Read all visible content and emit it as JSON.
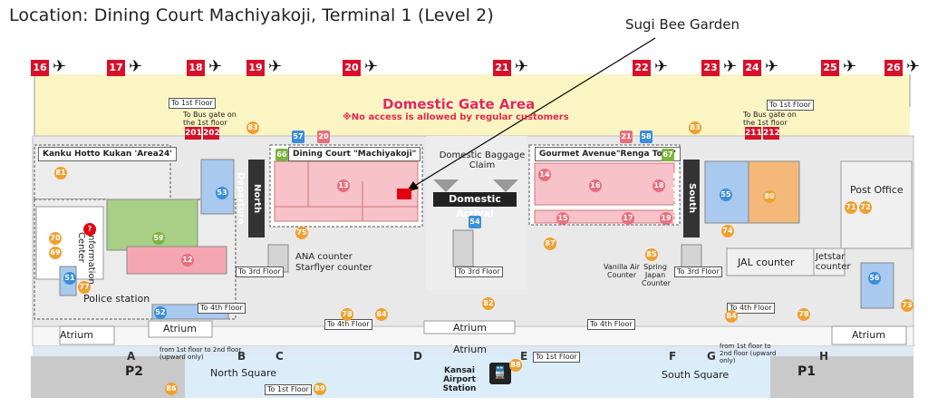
{
  "location_title": "Location: Dining Court Machiyakoji, Terminal 1 (Level 2)",
  "callout": "Sugi Bee Garden",
  "gates": [
    "16",
    "17",
    "18",
    "19",
    "20",
    "21",
    "22",
    "23",
    "24",
    "25",
    "26"
  ],
  "zones": {
    "domestic_gate_area": "Domestic Gate Area",
    "no_access": "※No access is allowed by regular customers",
    "hotto": "Kanku Hotto Kukan 'Area24'",
    "dining_court": "Dining Court \"Machiyakoji\"",
    "gourmet_avenue": "Gourmet  Avenue\"Renga Toro\"",
    "baggage_claim": "Domestic Baggage Claim",
    "domestic_arrival": "Domestic Arrival",
    "north_departure": "North Departure",
    "south_departure": "South Departure",
    "information_center": "Information Center",
    "police_station": "Police station",
    "post_office": "Post Office",
    "jal_counter": "JAL counter",
    "jetstar_counter": "Jetstar counter",
    "ana_counter": "ANA counter",
    "starflyer_counter": "Starflyer counter",
    "vanilla_air": "Vanilla Air Counter",
    "spring_japan": "Spring Japan Counter",
    "north_square": "North Square",
    "south_square": "South Square",
    "kansai_station": "Kansai Airport Station",
    "atrium": "Atrium"
  },
  "floor_labels": {
    "first": "To 1st Floor",
    "third": "To 3rd Floor",
    "fourth": "To 4th Floor",
    "bus_gate": "To Bus gate on the 1st floor",
    "upward": "from 1st floor to 2nd floor (upward only)"
  },
  "bus_gates": [
    "201",
    "202",
    "211",
    "212"
  ],
  "letters": [
    "A",
    "B",
    "C",
    "D",
    "E",
    "F",
    "G",
    "H"
  ],
  "parking": [
    "P2",
    "P1"
  ],
  "numbers": {
    "n53": "53",
    "n54": "54",
    "n55": "55",
    "n56": "56",
    "n57": "57",
    "n58": "58",
    "n59": "59",
    "n12": "12",
    "n13": "13",
    "n14": "14",
    "n15": "15",
    "n16": "16",
    "n17": "17",
    "n18": "18",
    "n19": "19",
    "n20": "20",
    "n21": "21",
    "n51": "51",
    "n52": "52",
    "n66": "66",
    "n67": "67",
    "n69": "69",
    "n70": "70",
    "n71": "71",
    "n72": "72",
    "n73": "73",
    "n74": "74",
    "n75": "75",
    "n77": "77",
    "n78": "78",
    "n80": "80",
    "n81": "81",
    "n82": "82",
    "n83": "83",
    "n84": "84",
    "n85": "85",
    "n86": "86",
    "n87": "87",
    "n88": "88",
    "n89": "89"
  }
}
